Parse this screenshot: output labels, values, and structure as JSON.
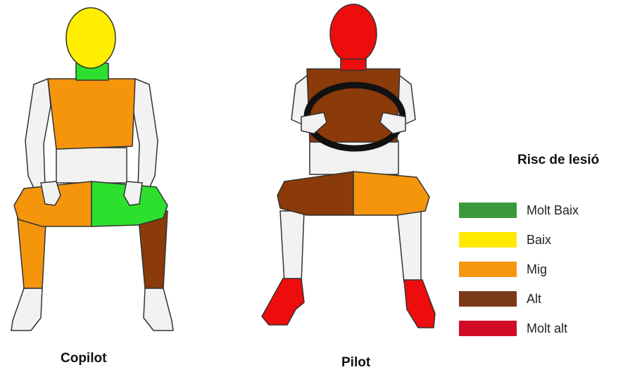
{
  "figures": {
    "copilot": {
      "caption": "Copilot",
      "regions": {
        "head": "Baix",
        "neck": "Molt Baix",
        "chest": "Mig",
        "left_thigh": "Mig",
        "right_thigh": "Molt Baix",
        "left_leg": "Mig",
        "right_leg": "Alt"
      }
    },
    "pilot": {
      "caption": "Pilot",
      "regions": {
        "head": "Molt alt",
        "chest": "Alt",
        "left_thigh": "Alt",
        "right_thigh": "Mig",
        "left_foot": "Molt alt",
        "right_foot": "Molt alt"
      }
    }
  },
  "legend": {
    "title": "Risc de lesió",
    "items": [
      {
        "label": "Molt Baix",
        "color": "#3a9a3a"
      },
      {
        "label": "Baix",
        "color": "#ffea00"
      },
      {
        "label": "Mig",
        "color": "#f5960f"
      },
      {
        "label": "Alt",
        "color": "#7a3a18"
      },
      {
        "label": "Molt alt",
        "color": "#d00c26"
      }
    ]
  },
  "palette": {
    "bright_green": "#2de02d",
    "yellow": "#ffee00",
    "orange": "#f5950c",
    "brown": "#8b3a0a",
    "red": "#ee0d0d",
    "body": "#f2f2f2",
    "outline": "#333333",
    "wheel": "#111111"
  }
}
